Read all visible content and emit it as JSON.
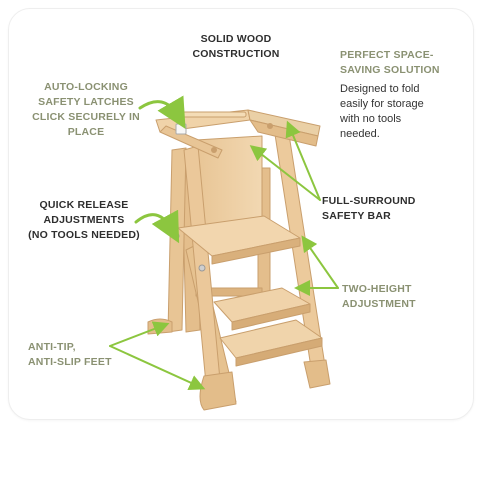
{
  "colors": {
    "accent_green": "#8cc63f",
    "label_sage": "#8a9172",
    "label_dark": "#2e2e2e",
    "wood_light": "#efd2a8",
    "wood_mid": "#e4be8c",
    "wood_edge": "#c99f6d"
  },
  "labels": {
    "solid_wood": [
      "SOLID WOOD",
      "CONSTRUCTION"
    ],
    "space_saving": [
      "PERFECT SPACE-",
      "SAVING SOLUTION"
    ],
    "space_saving_desc": [
      "Designed to fold",
      "easily for storage",
      "with no tools",
      "needed."
    ],
    "auto_locking": [
      "AUTO-LOCKING",
      "SAFETY LATCHES",
      "CLICK SECURELY IN",
      "PLACE"
    ],
    "quick_release": [
      "QUICK RELEASE",
      "ADJUSTMENTS",
      "(NO TOOLS NEEDED)"
    ],
    "safety_bar": [
      "FULL-SURROUND",
      "SAFETY BAR"
    ],
    "two_height": [
      "TWO-HEIGHT",
      "ADJUSTMENT"
    ],
    "anti_tip": [
      "ANTI-TIP,",
      "ANTI-SLIP FEET"
    ]
  },
  "icons": {
    "arrow": "curved-arrow-icon",
    "pointer": "pointer-line-icon"
  }
}
